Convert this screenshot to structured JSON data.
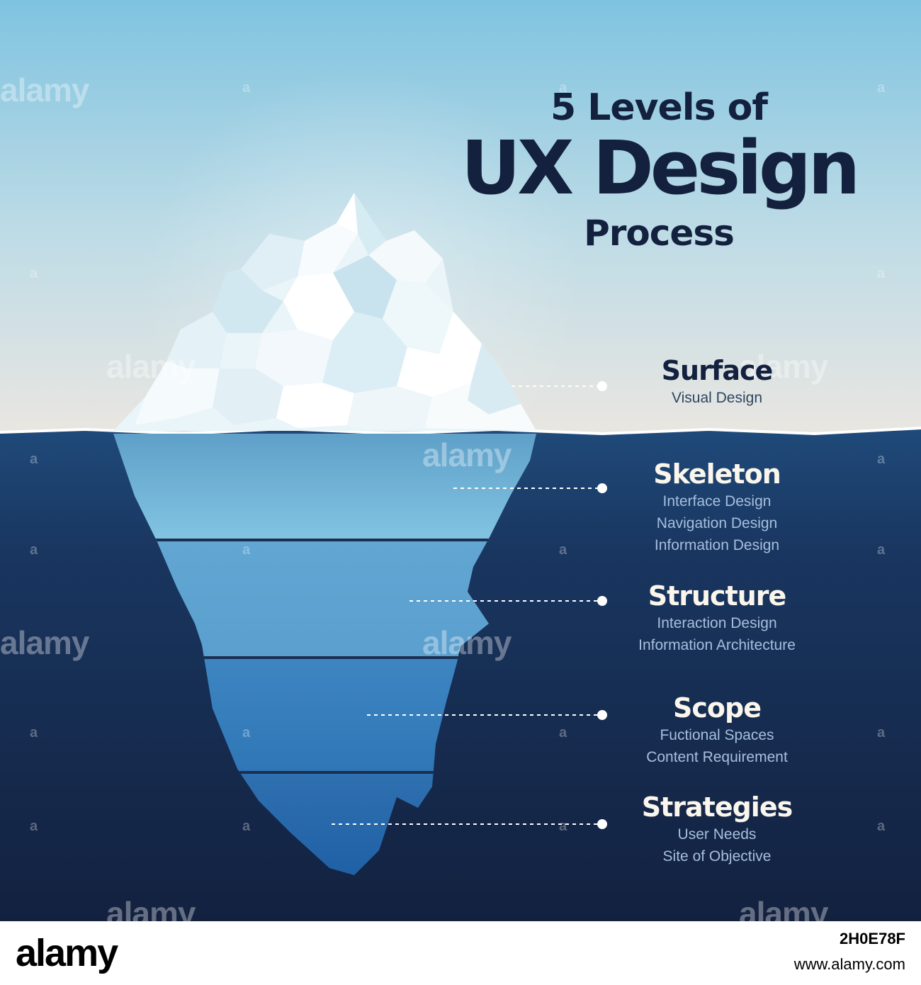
{
  "title": {
    "line1": "5 Levels of",
    "line2": "UX Design",
    "line3": "Process"
  },
  "levels": [
    {
      "name": "Surface",
      "items": [
        "Visual Design"
      ]
    },
    {
      "name": "Skeleton",
      "items": [
        "Interface Design",
        "Navigation Design",
        "Information Design"
      ]
    },
    {
      "name": "Structure",
      "items": [
        "Interaction Design",
        "Information Architecture"
      ]
    },
    {
      "name": "Scope",
      "items": [
        "Fuctional Spaces",
        "Content Requirement"
      ]
    },
    {
      "name": "Strategies",
      "items": [
        "User Needs",
        "Site of Objective"
      ]
    }
  ],
  "watermark": {
    "text": "alamy",
    "small": "a"
  },
  "footer": {
    "logo": "alamy",
    "image_id": "2H0E78F",
    "site": "www.alamy.com"
  },
  "colors": {
    "sky_top": "#7fc3e0",
    "sky_bottom": "#e9e6e1",
    "deep_water": "#13213f",
    "title": "#13213f",
    "label_light": "#fbf6ec",
    "desc_light": "#a7bfdd"
  }
}
